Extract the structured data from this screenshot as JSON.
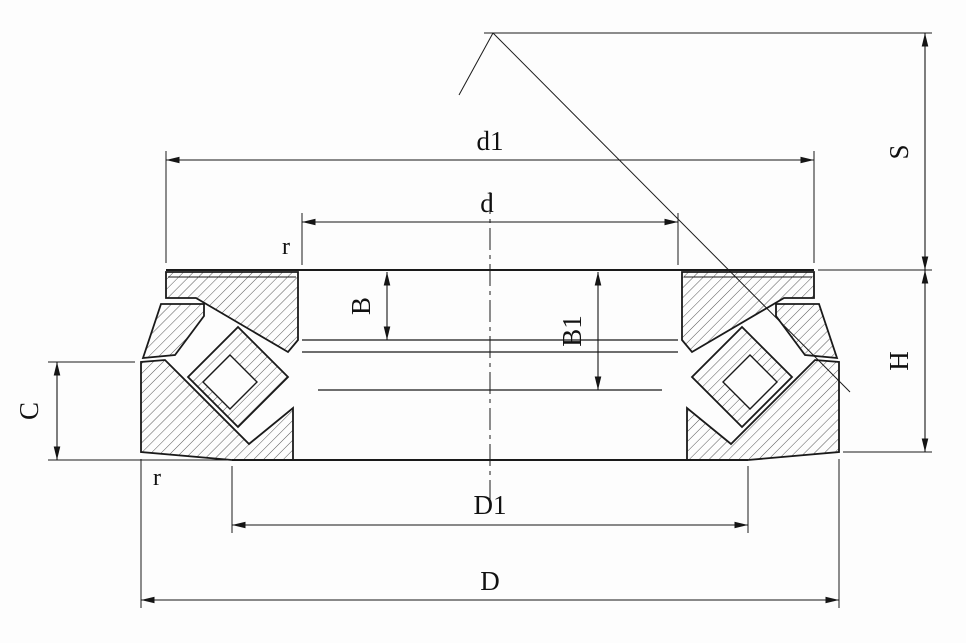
{
  "labels": {
    "d1": "d1",
    "d": "d",
    "r_top": "r",
    "B": "B",
    "B1": "B1",
    "S": "S",
    "H": "H",
    "C": "C",
    "D1": "D1",
    "D": "D",
    "r_bottom": "r"
  },
  "colors": {
    "line": "#1a1a1a",
    "background": "#fdfdfd"
  }
}
